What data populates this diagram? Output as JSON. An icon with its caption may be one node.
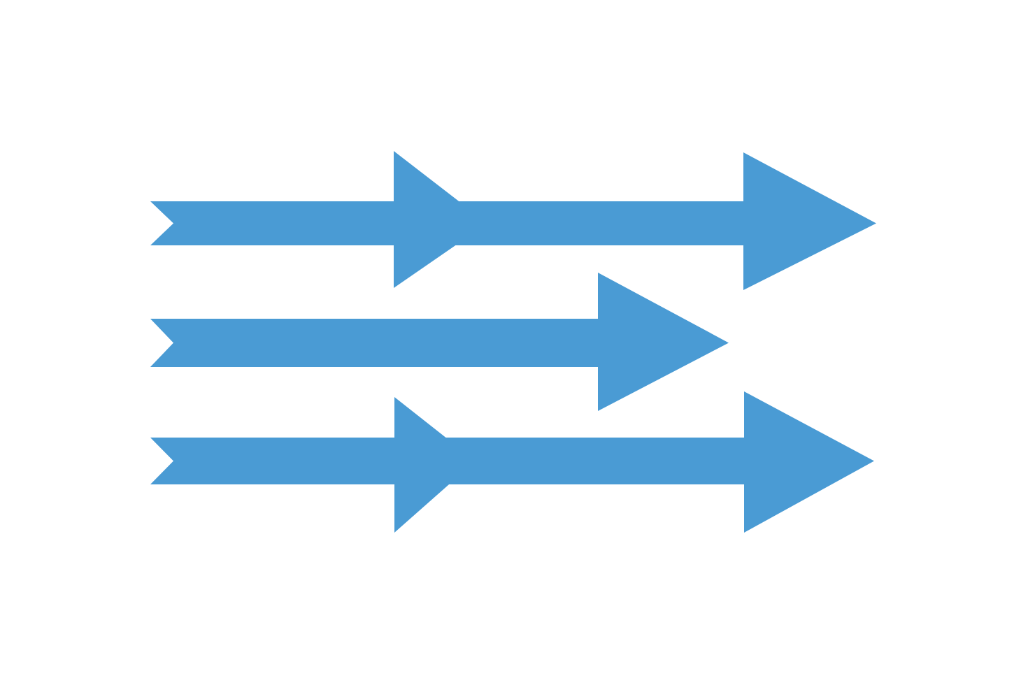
{
  "diagram": {
    "nodes": [
      {
        "text": [],
        "shape": "arrow"
      },
      {
        "text": [],
        "shape": "arrow"
      },
      {
        "text": [],
        "shape": "arrow"
      }
    ]
  }
}
